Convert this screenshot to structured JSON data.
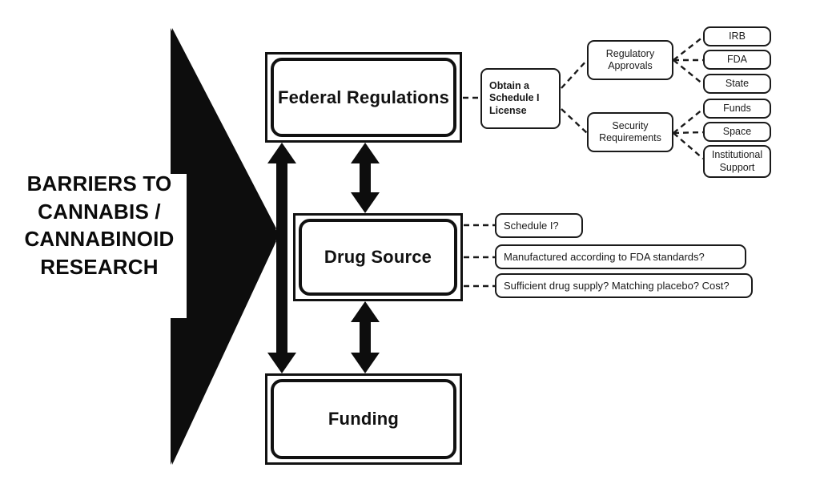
{
  "figure": {
    "headline": {
      "lines": [
        "BARRIERS TO",
        "CANNABIS /",
        "CANNABINOID",
        "RESEARCH"
      ]
    },
    "colors": {
      "ink": "#111111",
      "background": "#ffffff",
      "arrow_fill": "#0d0d0d"
    },
    "main_nodes": [
      {
        "id": "federal-regulations",
        "label": "Federal Regulations"
      },
      {
        "id": "drug-source",
        "label": "Drug Source"
      },
      {
        "id": "funding",
        "label": "Funding"
      }
    ],
    "license_node": {
      "id": "obtain-schedule-i-license",
      "lines": [
        "Obtain a",
        "Schedule I",
        "License"
      ]
    },
    "branch_nodes": [
      {
        "id": "regulatory-approvals",
        "lines": [
          "Regulatory",
          "Approvals"
        ]
      },
      {
        "id": "security-requirements",
        "lines": [
          "Security",
          "Requirements"
        ]
      }
    ],
    "regulatory_children": [
      {
        "id": "irb",
        "lines": [
          "IRB"
        ]
      },
      {
        "id": "fda",
        "lines": [
          "FDA"
        ]
      },
      {
        "id": "state",
        "lines": [
          "State"
        ]
      }
    ],
    "security_children": [
      {
        "id": "funds",
        "lines": [
          "Funds"
        ]
      },
      {
        "id": "space",
        "lines": [
          "Space"
        ]
      },
      {
        "id": "institutional-support",
        "lines": [
          "Institutional",
          "Support"
        ]
      }
    ],
    "drug_source_questions": [
      {
        "id": "question-schedule-i",
        "label": "Schedule I?"
      },
      {
        "id": "question-manufactured",
        "label": "Manufactured  according to FDA standards?"
      },
      {
        "id": "question-supply",
        "label": "Sufficient drug supply? Matching placebo? Cost?"
      }
    ],
    "flow_arrows": [
      {
        "id": "arrow-federal-funding",
        "from": "federal-regulations",
        "to": "funding",
        "style": "double-headed"
      },
      {
        "id": "arrow-federal-drugsource",
        "from": "federal-regulations",
        "to": "drug-source",
        "style": "double-headed"
      },
      {
        "id": "arrow-drugsource-funding",
        "from": "drug-source",
        "to": "funding",
        "style": "double-headed"
      }
    ]
  }
}
